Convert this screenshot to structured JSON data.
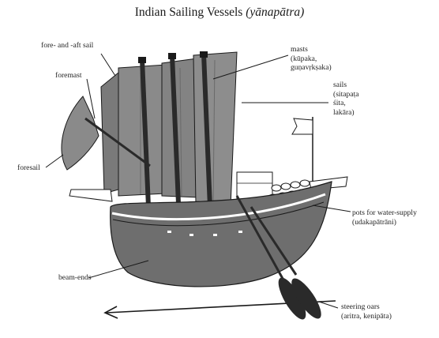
{
  "title": {
    "main": "Indian Sailing Vessels",
    "italic": "(yānapātra)"
  },
  "labels": {
    "fore_aft_sail": [
      "fore- and -aft sail"
    ],
    "foremast": [
      "foremast"
    ],
    "foresail": [
      "foresail"
    ],
    "masts": [
      "masts",
      "(kūpaka,",
      "guṇavṛkṣaka)"
    ],
    "sails": [
      "sails",
      "(sitapaṭa",
      "śita,",
      "lakāra)"
    ],
    "pots": [
      "pots for water-supply",
      "(udakapātrāni)"
    ],
    "beam_ends": [
      "beam-ends"
    ],
    "steering_oars": [
      "steering oars",
      "(aritra, kenipāta)"
    ]
  },
  "colors": {
    "hull": "#6e6e6e",
    "sail": "#878787",
    "sail_dark": "#5a5a5a",
    "line": "#1a1a1a",
    "oar": "#2a2a2a"
  }
}
